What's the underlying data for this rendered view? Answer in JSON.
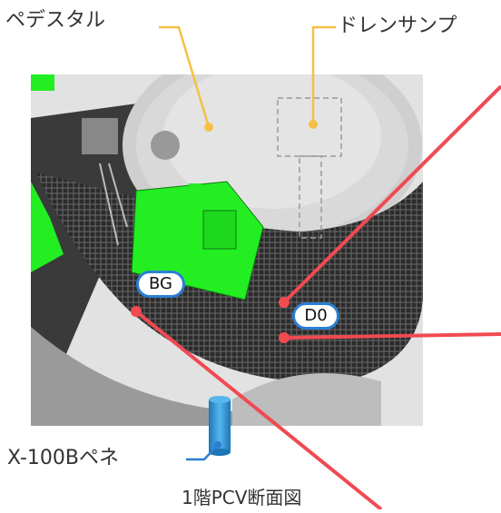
{
  "labels": {
    "pedestal": "ペデスタル",
    "drain_sump": "ドレンサンプ",
    "penetration": "X-100Bペネ",
    "caption": "1階PCV断面図"
  },
  "badges": {
    "bg": "BG",
    "d0": "D0"
  },
  "colors": {
    "leader_orange": "#f5c045",
    "leader_blue": "#2a7fd4",
    "red_line": "#f04a52",
    "equipment_green": "#22ee22",
    "badge_border": "#2a7fd4",
    "pipe_blue": "#2f9bd9"
  }
}
